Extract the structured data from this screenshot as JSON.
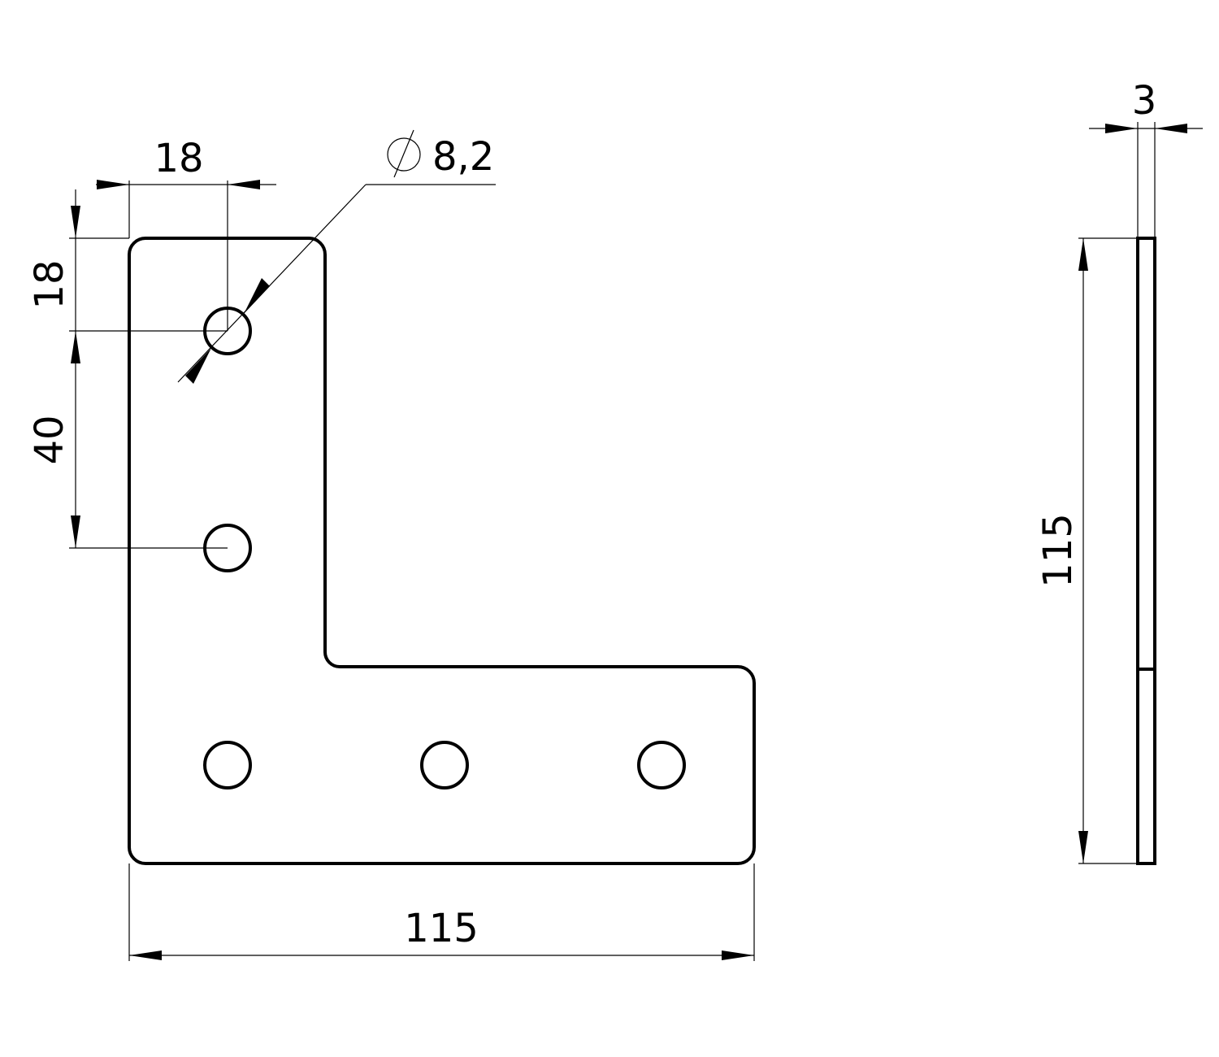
{
  "drawing": {
    "front_view": {
      "dim_hole_x": "18",
      "dim_hole_y": "18",
      "dim_hole_spacing": "40",
      "dim_width": "115",
      "dim_hole_diameter": "8,2",
      "diameter_symbol": "⌀"
    },
    "side_view": {
      "dim_thickness": "3",
      "dim_height": "115"
    }
  }
}
